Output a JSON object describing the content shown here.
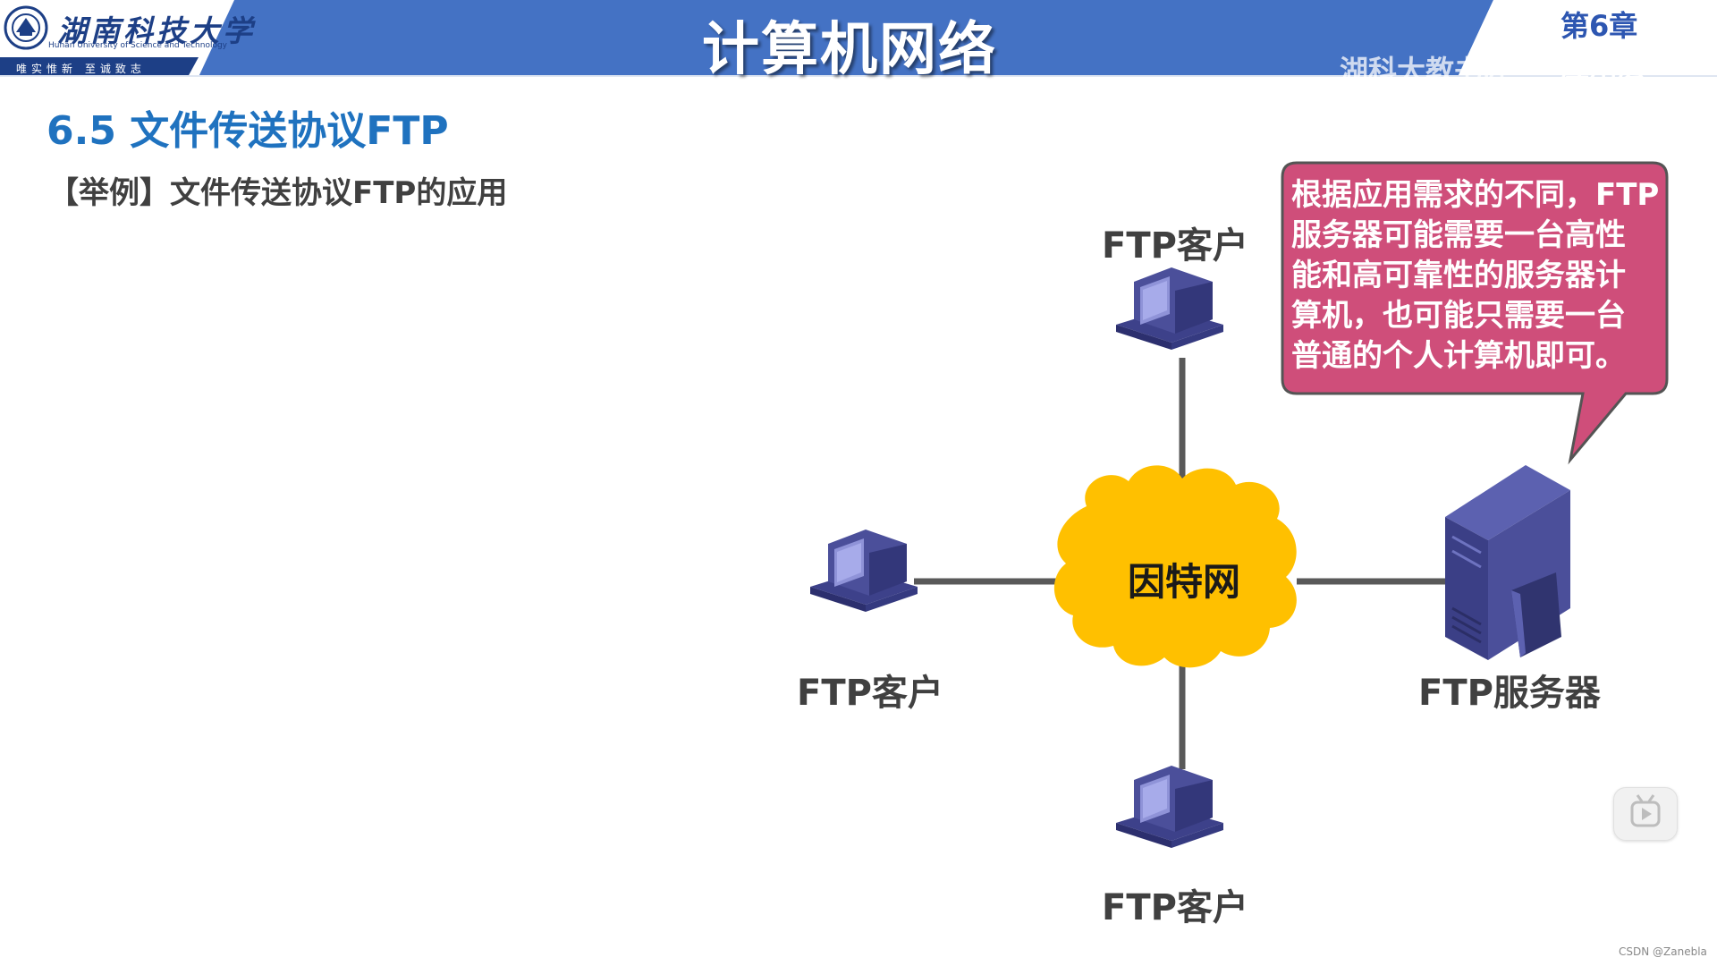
{
  "header": {
    "logo_cn": "湖南科技大学",
    "logo_en": "Hunan University of Science and Technology",
    "logo_motto": "唯实惟新  至诚致志",
    "course_title": "计算机网络",
    "chapter_label": "第6章",
    "chapter_sub": "应用层",
    "watermark": "湖科大教书匠"
  },
  "slide": {
    "section_title": "6.5 文件传送协议FTP",
    "example_label": "【举例】文件传送协议FTP的应用"
  },
  "diagram": {
    "center_label": "因特网",
    "client_top_label": "FTP客户",
    "client_left_label": "FTP客户",
    "client_bottom_label": "FTP客户",
    "server_label": "FTP服务器",
    "callout_lines": [
      "根据应用需求的不同，FTP",
      "服务器可能需要一台高性",
      "能和高可靠性的服务器计",
      "算机，也可能只需要一台",
      "普通的个人计算机即可。"
    ]
  },
  "footer": {
    "credit": "CSDN @Zanebla"
  },
  "colors": {
    "header_blue": "#4472c4",
    "title_blue": "#1f72bf",
    "cloud_yellow": "#ffc000",
    "callout_pink": "#cf4e7a",
    "device_purple": "#4b4f9a",
    "line_gray": "#595959"
  }
}
